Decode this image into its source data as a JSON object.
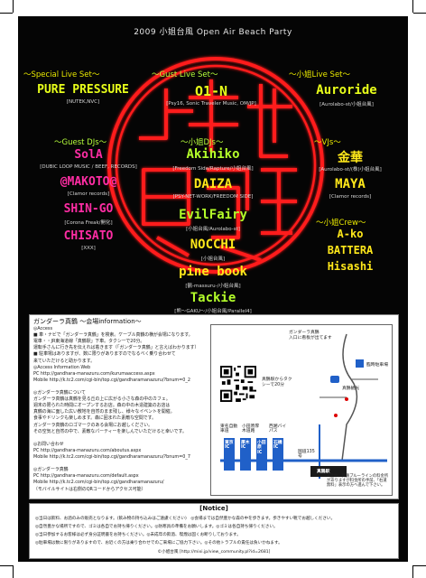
{
  "title": "2009 小姐台風 Open Air Beach Party",
  "headers": {
    "special": "〜Special Live Set〜",
    "gust": "〜Gust Live Set〜",
    "koane": "〜小姐Live Set〜",
    "guest_djs": "〜Guest DJs〜",
    "koane_djs": "〜小姐DJs〜",
    "vjs": "〜VJs〜",
    "crew": "〜小姐Crew〜"
  },
  "artists": {
    "pure": {
      "name": "PURE PRESSURE",
      "label": "[NUTEK,NVC]",
      "color": "#e8ff1a"
    },
    "oin": {
      "name": "O1-N",
      "label": "[Psy16, Sonic Traveler Music, OM/JP]",
      "color": "#e8ff1a"
    },
    "auroride": {
      "name": "Auroride",
      "label": "[Aurolabo-st/小姐台風]",
      "color": "#e8ff1a"
    },
    "sola": {
      "name": "SolA",
      "label": "[DUBIC LOOP MUSIC / BEEF, RECORDS]",
      "color": "#ff2da4"
    },
    "makoto": {
      "name": "@MAKOTO@",
      "label": "[Clamor records]",
      "color": "#ff2da4"
    },
    "shingo": {
      "name": "SHIN-GO",
      "label": "[Corona Freak/開化]",
      "color": "#ff2da4"
    },
    "chisato": {
      "name": "CHISATO",
      "label": "[XXX]",
      "color": "#ff2da4"
    },
    "akihiko": {
      "name": "Akihiko",
      "label": "[Freedom Side/Rapture/小姐台風]",
      "color": "#b4ff2a"
    },
    "daiza": {
      "name": "DAIZA",
      "label": "[PSY-NET-WORK/FREEDOM SIDE]",
      "color": "#ffe81a"
    },
    "evilfairy": {
      "name": "EvilFairy",
      "label": "[小姐台風/Aurolabo-st]",
      "color": "#b4ff2a"
    },
    "nocchi": {
      "name": "NOCCHI",
      "label": "[小姐台風]",
      "color": "#ffe81a"
    },
    "pinebook": {
      "name": "pine book",
      "label": "[鶴-massuru-/小姐台風]",
      "color": "#ffe81a"
    },
    "tackie": {
      "name": "Tackie",
      "label": "[熊〜GAKU〜/小姐台風/Parallel4]",
      "color": "#b4ff2a"
    },
    "kinpou": {
      "name": "金華",
      "label": "[Aurolabo-st/(株)小姐台風]",
      "color": "#ffe81a"
    },
    "maya": {
      "name": "MAYA",
      "label": "[Clamor records]",
      "color": "#ffe81a"
    },
    "ako": {
      "name": "A-ko",
      "color": "#ffe81a"
    },
    "battera": {
      "name": "BATTERA",
      "color": "#ffe81a"
    },
    "hisashi": {
      "name": "Hisashi",
      "color": "#ffe81a"
    }
  },
  "info": {
    "title": "ガンダーラ真鶴 〜会場information〜",
    "lines": [
      "◎Access",
      "■ 車・ナビで「ガンダーラ真鶴」を検索。ケーブル真鶴の横が会場になります。",
      "電車・・JR東海道線「真鶴駅」下車。タクシーで20分。",
      "運転手さんに行き先を伝えれば着きます（「ガンダーラ真鶴」と言えばわかります）",
      "■ 駐車場はありますが、数に限りがありますのでなるべく乗り合わせて",
      "来ていただけると助かります。",
      "◎Access Information Web",
      "PC http://gandhara-manazuru.com/kurumaaccess.aspx",
      "Mobile http://k.tc2.com/cgi-bin/top.cgi/gandharamanazuru/?bnum=0_2",
      "",
      "◎ガンダーラ真鶴について",
      "ガンダーラ真鶴は真鶴を見る丘の上に広がる小さな森の中のカフェ。",
      "週末の限られた時間にオープンするお店。森の中の木造建築のお店は",
      "真鶴の海に面した広い敷地を自然のまま残し、様々なイベントを開催。",
      "食事やドリンクも楽しめます。森に囲まれた素敵な空間です。",
      "ガンダーラ真鶴のロゴマークのある会場にお越しください。",
      "その空気と自然の中で、素敵なパーティーを楽しんでいただけると幸いです。",
      "",
      "◎お問い合わせ",
      "PC http://gandhara-manazuru.com/aboutus.aspx",
      "Mobile http://k.tc2.com/cgi-bin/top.cgi/gandharamanazuru/?bnum=0_7",
      "",
      "◎ガンダーラ真鶴",
      "PC http://gandhara-manazuru.com/default.aspx",
      "Mobile http://k.tc2.com/cgi-bin/top.cgi/gandharamanazuru/",
      "（モバイルサイトは右側のQRコードからアクセス可能）"
    ]
  },
  "map": {
    "entrance": "ガンダーラ真鶴\n入口に看板が出てます",
    "parking": "臨時駐車場",
    "shop": "真鶴観光",
    "note_a": "真鶴駅からタクシーで20分",
    "station": "真鶴駅",
    "route": "国道135号",
    "ic_labels": [
      "東名自動車道",
      "小田原厚木道路",
      "西湘バイパス"
    ],
    "ics": [
      "東京IC",
      "厚木IC",
      "小田原IC",
      "石橋IC"
    ],
    "footnote": "※途中、真鶴ブルーラインの料金所がありますが料金所の手前、「右道無料」表示の方へ進んで下さい。"
  },
  "notice": {
    "title": "[Notice]",
    "lines": [
      "◎当日は飲料、お酒のみの販売となります。(飲み物の持ち込みはご遠慮ください)　◎会場までは自然豊かな森の中を歩きます。歩きやすい靴でお越しください。",
      "◎自然豊かな場所ですので、ゴミは各自でお持ち帰りください。◎防寒具の準備をお願いします。◎ゴミは各自持ち帰りください。",
      "◎当日参加するお客様は必ず身分証明書をお持ちください。◎未成年の飲酒、喫煙は固くお断りしております。",
      "◎駐車場は数に限りがありますので、お近くの方は乗り合わせでのご来場にご協力下さい。◎その他トラブルの責任は負いかねます。"
    ],
    "footer": "©小姐台風 [http://mixi.jp/view_community.pl?id=2681]"
  }
}
